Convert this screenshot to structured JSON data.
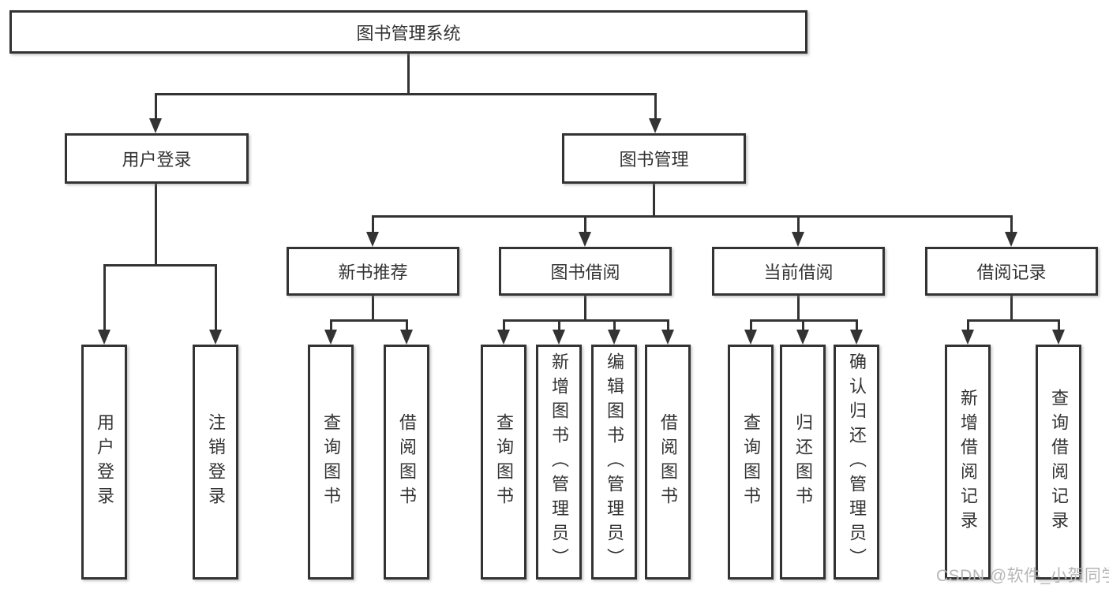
{
  "diagram": {
    "type": "function-structure-tree",
    "root": {
      "label": "图书管理系统"
    },
    "branches": [
      {
        "label": "用户登录",
        "children": [
          {
            "label": "用户登录"
          },
          {
            "label": "注销登录"
          }
        ]
      },
      {
        "label": "图书管理",
        "children": [
          {
            "label": "新书推荐",
            "children": [
              {
                "label": "查询图书"
              },
              {
                "label": "借阅图书"
              }
            ]
          },
          {
            "label": "图书借阅",
            "children": [
              {
                "label": "查询图书"
              },
              {
                "label": "新增图书（管理员）"
              },
              {
                "label": "编辑图书（管理员）"
              },
              {
                "label": "借阅图书"
              }
            ]
          },
          {
            "label": "当前借阅",
            "children": [
              {
                "label": "查询图书"
              },
              {
                "label": "归还图书"
              },
              {
                "label": "确认归还（管理员）"
              }
            ]
          },
          {
            "label": "借阅记录",
            "children": [
              {
                "label": "新增借阅记录"
              },
              {
                "label": "查询借阅记录"
              }
            ]
          }
        ]
      }
    ],
    "watermark": "CSDN @软件_小贺同学",
    "colors": {
      "line": "#333333",
      "box_border": "#333333",
      "box_fill": "#ffffff",
      "text": "#333333",
      "watermark_text": "#b6b6b6",
      "background": "#ffffff"
    }
  }
}
